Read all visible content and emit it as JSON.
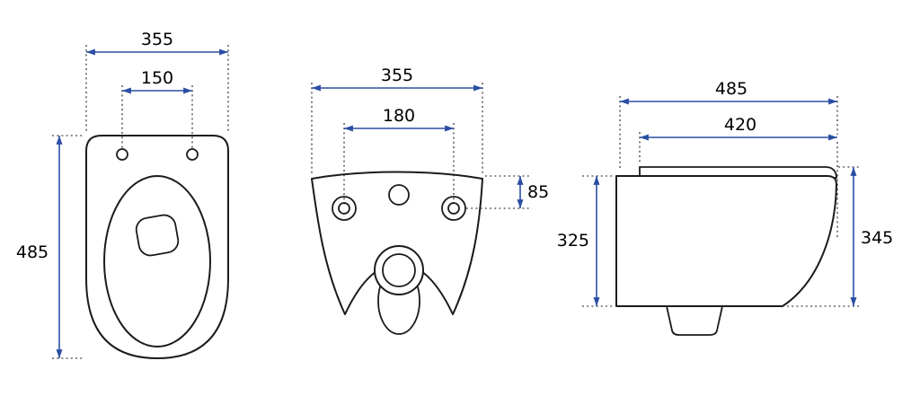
{
  "colors": {
    "bg": "#ffffff",
    "line": "#1b1b1b",
    "dim": "#2b4ea3",
    "num": "#000000"
  },
  "drawing": {
    "top_view": {
      "overall_width": "355",
      "seat_hole_spacing": "150",
      "overall_depth": "485"
    },
    "rear_view": {
      "overall_width": "355",
      "mount_hole_spacing": "180",
      "top_to_hole": "85"
    },
    "side_view": {
      "overall_depth": "485",
      "seat_depth": "420",
      "body_height": "325",
      "overall_height": "345"
    }
  }
}
